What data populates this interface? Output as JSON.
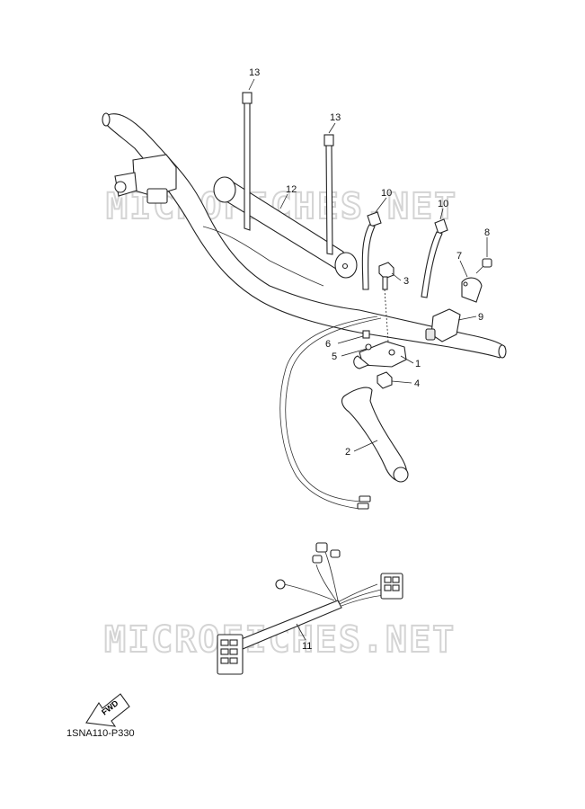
{
  "watermark": "MICROFICHES.NET",
  "diagram_code": "1SNA110-P330",
  "fwd_label": "FWD",
  "callouts": {
    "p1": "1",
    "p2": "2",
    "p3": "3",
    "p4": "4",
    "p5": "5",
    "p6": "6",
    "p7": "7",
    "p8": "8",
    "p9": "9",
    "p10a": "10",
    "p10b": "10",
    "p11": "11",
    "p12": "12",
    "p13a": "13",
    "p13b": "13"
  }
}
